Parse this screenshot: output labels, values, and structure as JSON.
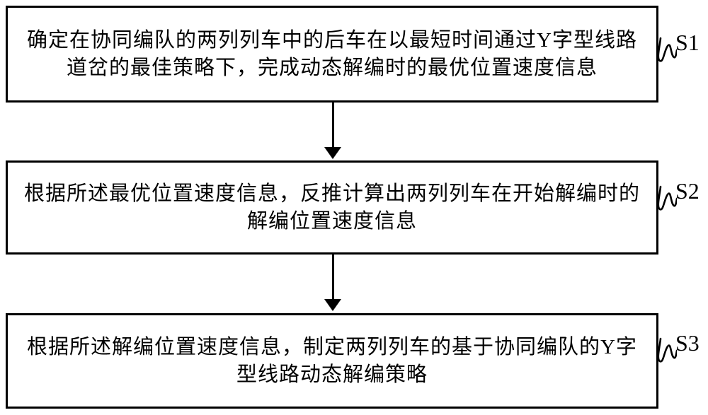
{
  "figure": {
    "background_color": "#ffffff",
    "border_color": "#000000",
    "text_color": "#000000",
    "steps": [
      {
        "id": "S1",
        "lines": [
          "确定在协同编队的两列列车中的后车在以最短时间通过Y字型线路",
          "道岔的最佳策略下，完成动态解编时的最优位置速度信息"
        ]
      },
      {
        "id": "S2",
        "lines": [
          "根据所述最优位置速度信息，反推计算出两列列车在开始解编时的",
          "解编位置速度信息"
        ]
      },
      {
        "id": "S3",
        "lines": [
          "根据所述解编位置速度信息，制定两列列车的基于协同编队的Y字",
          "型线路动态解编策略"
        ]
      }
    ]
  }
}
